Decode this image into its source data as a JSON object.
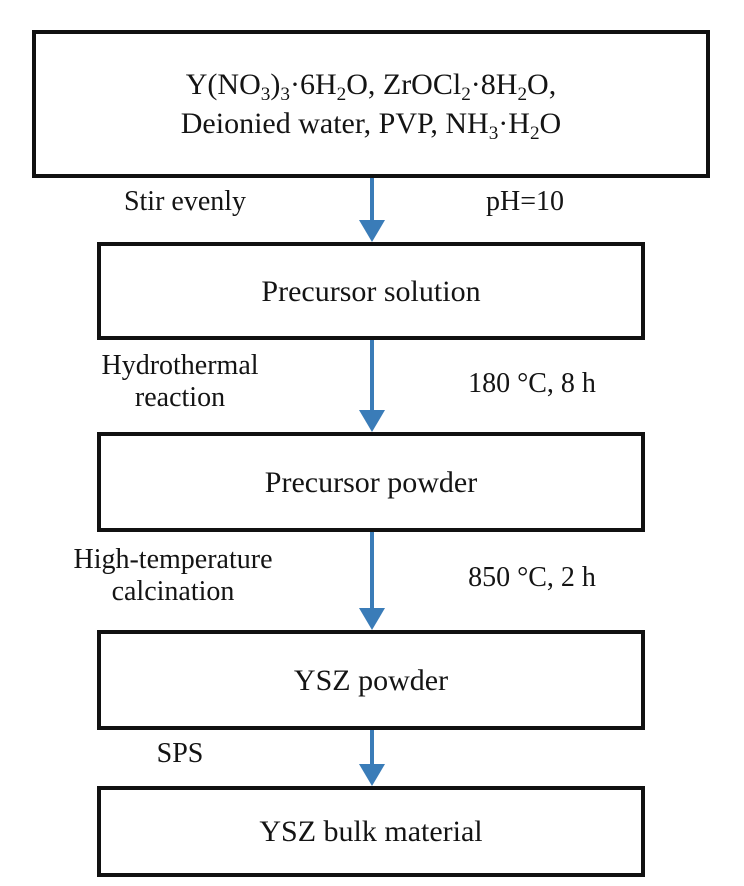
{
  "diagram": {
    "type": "process-flowchart",
    "orientation": "top-to-bottom",
    "accent_color": "#3a7cb8",
    "border_color": "#111111",
    "background_color": "#ffffff",
    "nodes": [
      {
        "id": "reagents",
        "lines": [
          "Y(NO3)3·6H2O, ZrOCl2·8H2O,",
          "Deionied water, PVP, NH3·H2O"
        ],
        "line1_html": "Y(NO<sub>3</sub>)<sub>3</sub>·6H<sub>2</sub>O, ZrOCl<sub>2</sub>·8H<sub>2</sub>O,",
        "line2_html": "Deionied water, PVP, NH<sub>3</sub>·H<sub>2</sub>O"
      },
      {
        "id": "precursor-solution",
        "label": "Precursor solution"
      },
      {
        "id": "precursor-powder",
        "label": "Precursor powder"
      },
      {
        "id": "ysz-powder",
        "label": "YSZ powder"
      },
      {
        "id": "ysz-bulk",
        "label": "YSZ bulk material"
      }
    ],
    "edges": [
      {
        "id": "edge-1",
        "from": "reagents",
        "to": "precursor-solution",
        "label_left": "Stir evenly",
        "label_right": "pH=10"
      },
      {
        "id": "edge-2",
        "from": "precursor-solution",
        "to": "precursor-powder",
        "label_left": "Hydrothermal\nreaction",
        "label_right": "180 °C, 8 h"
      },
      {
        "id": "edge-3",
        "from": "precursor-powder",
        "to": "ysz-powder",
        "label_left": "High-temperature\ncalcination",
        "label_right": "850 °C, 2 h"
      },
      {
        "id": "edge-4",
        "from": "ysz-powder",
        "to": "ysz-bulk",
        "label_left": "SPS",
        "label_right": ""
      }
    ]
  }
}
